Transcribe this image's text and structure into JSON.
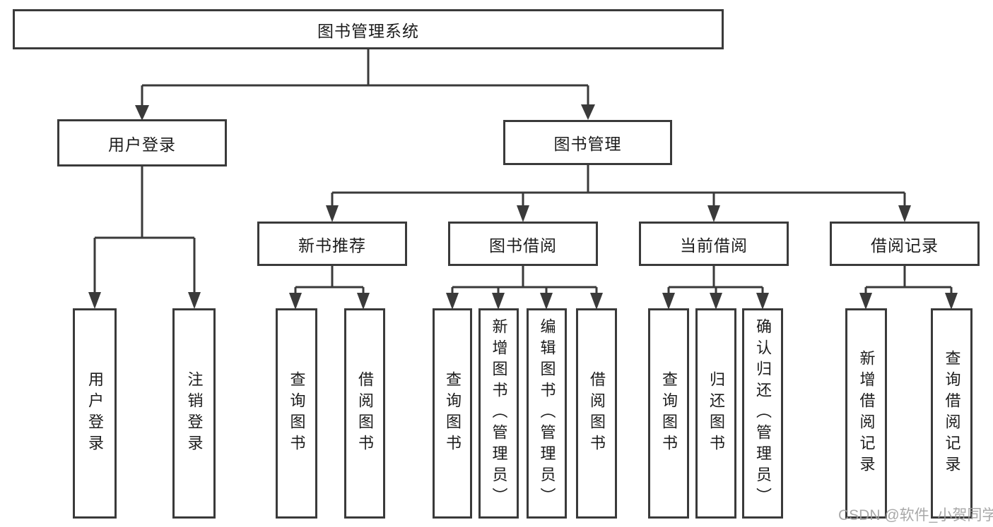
{
  "diagram": {
    "title": "图书管理系统",
    "colors": {
      "line": "#3a3a3a",
      "box_border": "#3a3a3a",
      "text": "#1c1c1c",
      "watermark": "#9e9e9e"
    },
    "root": {
      "label": "图书管理系统"
    },
    "branches": {
      "user_login": {
        "label": "用户登录",
        "children": {
          "login": "用户登录",
          "logout": "注销登录"
        }
      },
      "book_management": {
        "label": "图书管理",
        "sections": {
          "new_book": {
            "label": "新书推荐",
            "children": {
              "query": "查询图书",
              "borrow": "借阅图书"
            }
          },
          "borrow": {
            "label": "图书借阅",
            "children": {
              "query": "查询图书",
              "add": "新增图书（管理员）",
              "edit": "编辑图书（管理员）",
              "borrow": "借阅图书"
            }
          },
          "current": {
            "label": "当前借阅",
            "children": {
              "query": "查询图书",
              "return": "归还图书",
              "confirm": "确认归还（管理员）"
            }
          },
          "record": {
            "label": "借阅记录",
            "children": {
              "add": "新增借阅记录",
              "query": "查询借阅记录"
            }
          }
        }
      }
    },
    "watermark": "CSDN @软件_小贺同学"
  }
}
